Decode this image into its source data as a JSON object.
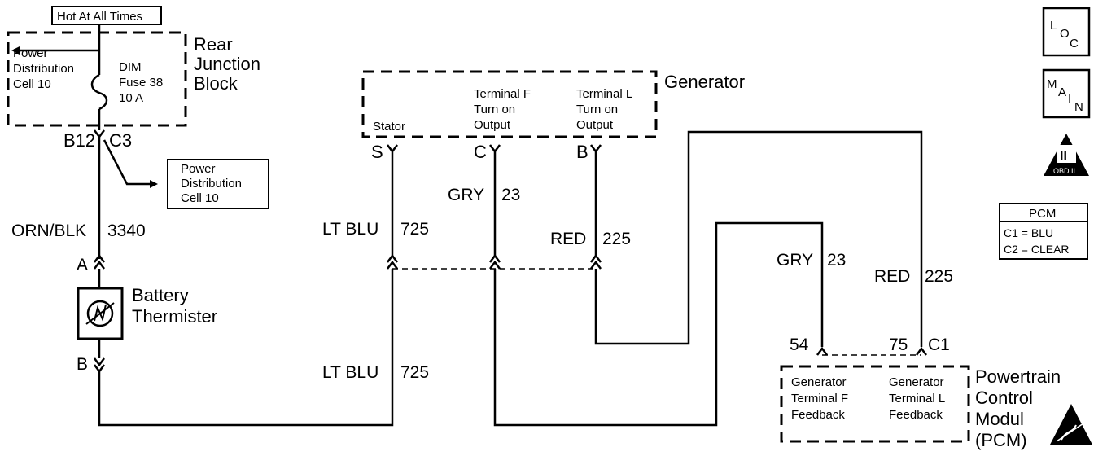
{
  "rear_junction": {
    "hot_label": "Hot At All Times",
    "block_name": [
      "Rear",
      "Junction",
      "Block"
    ],
    "power_distribution": [
      "Power",
      "Distribution",
      "Cell 10"
    ],
    "fuse": [
      "DIM",
      "Fuse 38",
      "10 A"
    ],
    "connector_left": "B12",
    "connector_right": "C3"
  },
  "power_dist_ref": [
    "Power",
    "Distribution",
    "Cell 10"
  ],
  "wire_3340": {
    "color": "ORN/BLK",
    "circuit": "3340"
  },
  "battery_thermister": {
    "name": [
      "Battery",
      "Thermister"
    ],
    "pin_a": "A",
    "pin_b": "B"
  },
  "generator": {
    "name": "Generator",
    "stator": "Stator",
    "terminal_f": [
      "Terminal F",
      "Turn on",
      "Output"
    ],
    "terminal_l": [
      "Terminal L",
      "Turn on",
      "Output"
    ],
    "pin_s": "S",
    "pin_c": "C",
    "pin_b": "B"
  },
  "wire_725_top": {
    "color": "LT BLU",
    "circuit": "725"
  },
  "wire_725_bottom": {
    "color": "LT BLU",
    "circuit": "725"
  },
  "wire_23_top": {
    "color": "GRY",
    "circuit": "23"
  },
  "wire_225_top": {
    "color": "RED",
    "circuit": "225"
  },
  "wire_23_pcm": {
    "color": "GRY",
    "circuit": "23"
  },
  "wire_225_pcm": {
    "color": "RED",
    "circuit": "225"
  },
  "pcm": {
    "pin_54": "54",
    "pin_75": "75",
    "connector": "C1",
    "feedback_f": [
      "Generator",
      "Terminal F",
      "Feedback"
    ],
    "feedback_l": [
      "Generator",
      "Terminal L",
      "Feedback"
    ],
    "name": [
      "Powertrain",
      "Control",
      "Modul",
      "(PCM)"
    ]
  },
  "side_icons": {
    "loc": [
      "L",
      "O",
      "C"
    ],
    "main": [
      "M",
      "A",
      "I",
      "N"
    ],
    "obd": "OBD II",
    "obd_numeral": "II"
  },
  "pcm_legend": {
    "title": "PCM",
    "c1": "C1 = BLU",
    "c2": "C2 = CLEAR"
  }
}
